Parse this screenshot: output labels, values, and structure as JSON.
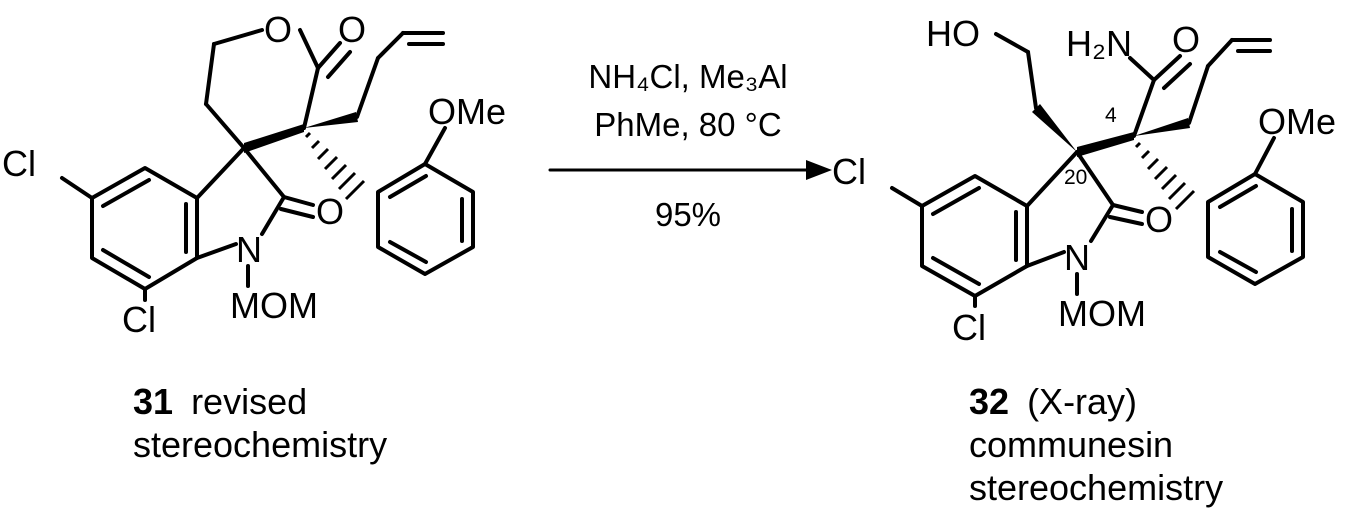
{
  "scheme": {
    "reagents": {
      "line1": "NH₄Cl, Me₃Al",
      "line2": "PhMe, 80 °C",
      "yield": "95%"
    },
    "reactant": {
      "number": "31",
      "caption_line1": "revised",
      "caption_line2": "stereochemistry",
      "atom_labels": {
        "cl_top": "Cl",
        "cl_bottom": "Cl",
        "n": "N",
        "mom": "MOM",
        "carbonyl_o": "O",
        "ring_o": "O",
        "lactone_o": "O",
        "ome": "OMe"
      }
    },
    "product": {
      "number": "32",
      "caption_line1": "(X-ray)",
      "caption_line2": "communesin",
      "caption_line3": "stereochemistry",
      "atom_labels": {
        "cl_top": "Cl",
        "cl_bottom": "Cl",
        "n": "N",
        "mom": "MOM",
        "carbonyl_o": "O",
        "ho": "HO",
        "h2n": "H₂N",
        "amide_o": "O",
        "ome": "OMe"
      },
      "locants": {
        "c4": "4",
        "c20": "20"
      }
    }
  }
}
